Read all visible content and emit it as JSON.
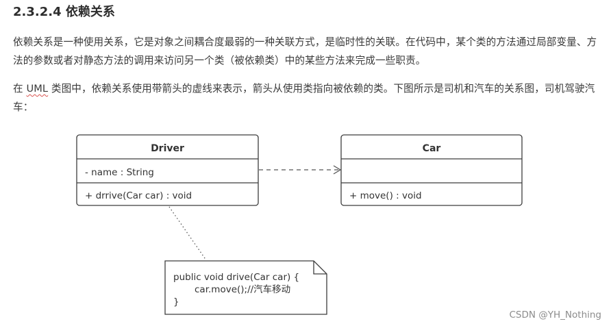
{
  "heading": "2.3.2.4 依赖关系",
  "paragraphs": {
    "p1": "依赖关系是一种使用关系，它是对象之间耦合度最弱的一种关联方式，是临时性的关联。在代码中，某个类的方法通过局部变量、方法的参数或者对静态方法的调用来访问另一个类（被依赖类）中的某些方法来完成一些职责。",
    "p2_prefix": "在 ",
    "p2_uml": "UML",
    "p2_rest": " 类图中，依赖关系使用带箭头的虚线来表示，箭头从使用类指向被依赖的类。下图所示是司机和汽车的关系图，司机驾驶汽车："
  },
  "diagram": {
    "driver": {
      "name": "Driver",
      "attribute": "- name : String",
      "operation": "+ drrive(Car car) : void"
    },
    "car": {
      "name": "Car",
      "attribute": "",
      "operation": "+ move() : void"
    },
    "note": {
      "line1": "public void drive(Car car) {",
      "line2": "car.move();//汽车移动",
      "line3": "}"
    },
    "colors": {
      "stroke": "#3c3c3c",
      "fill": "#ffffff",
      "dash": "#555555"
    }
  },
  "watermark": "CSDN @YH_Nothing"
}
